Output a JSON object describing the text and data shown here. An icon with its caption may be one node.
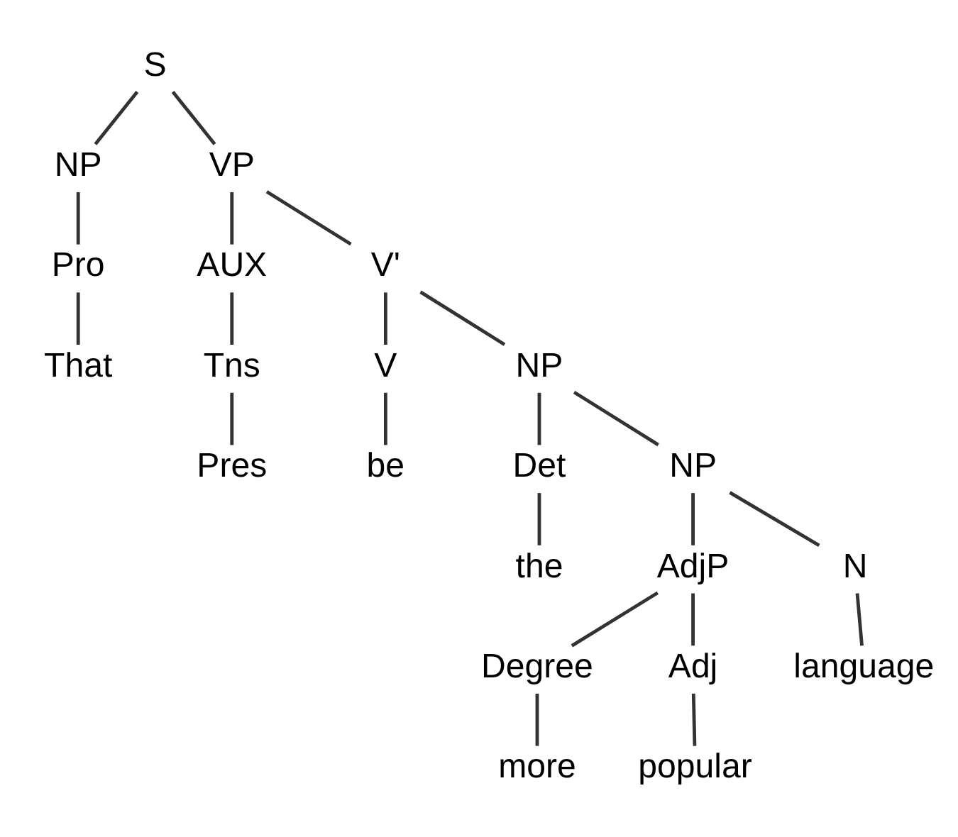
{
  "diagram": {
    "nodes": [
      {
        "text": [
          "S"
        ]
      },
      {
        "text": [
          "NP"
        ]
      },
      {
        "text": [
          "VP"
        ]
      },
      {
        "text": [
          "Pro"
        ]
      },
      {
        "text": [
          "AUX"
        ]
      },
      {
        "text": [
          "V'"
        ]
      },
      {
        "text": [
          "That"
        ]
      },
      {
        "text": [
          "Tns"
        ]
      },
      {
        "text": [
          "V"
        ]
      },
      {
        "text": [
          "NP"
        ]
      },
      {
        "text": [
          "Pres"
        ]
      },
      {
        "text": [
          "be"
        ]
      },
      {
        "text": [
          "Det"
        ]
      },
      {
        "text": [
          "NP"
        ]
      },
      {
        "text": [
          "the"
        ]
      },
      {
        "text": [
          "AdjP"
        ]
      },
      {
        "text": [
          "N"
        ]
      },
      {
        "text": [
          "Degree"
        ]
      },
      {
        "text": [
          "Adj"
        ]
      },
      {
        "text": [
          "language"
        ]
      },
      {
        "text": [
          "more"
        ]
      },
      {
        "text": [
          "popular"
        ]
      }
    ],
    "edges": [
      {
        "from": 0,
        "to": 1,
        "arrow": "none"
      },
      {
        "from": 0,
        "to": 2,
        "arrow": "none"
      },
      {
        "from": 1,
        "to": 3,
        "arrow": "none"
      },
      {
        "from": 2,
        "to": 4,
        "arrow": "none"
      },
      {
        "from": 2,
        "to": 5,
        "arrow": "none"
      },
      {
        "from": 3,
        "to": 6,
        "arrow": "none"
      },
      {
        "from": 4,
        "to": 7,
        "arrow": "none"
      },
      {
        "from": 5,
        "to": 8,
        "arrow": "none"
      },
      {
        "from": 5,
        "to": 9,
        "arrow": "none"
      },
      {
        "from": 7,
        "to": 10,
        "arrow": "none"
      },
      {
        "from": 8,
        "to": 11,
        "arrow": "none"
      },
      {
        "from": 9,
        "to": 12,
        "arrow": "none"
      },
      {
        "from": 9,
        "to": 13,
        "arrow": "none"
      },
      {
        "from": 12,
        "to": 14,
        "arrow": "none"
      },
      {
        "from": 13,
        "to": 15,
        "arrow": "none"
      },
      {
        "from": 13,
        "to": 16,
        "arrow": "none"
      },
      {
        "from": 15,
        "to": 17,
        "arrow": "none"
      },
      {
        "from": 15,
        "to": 18,
        "arrow": "none"
      },
      {
        "from": 16,
        "to": 19,
        "arrow": "none"
      },
      {
        "from": 17,
        "to": 20,
        "arrow": "none"
      },
      {
        "from": 18,
        "to": 21,
        "arrow": "none"
      }
    ]
  }
}
